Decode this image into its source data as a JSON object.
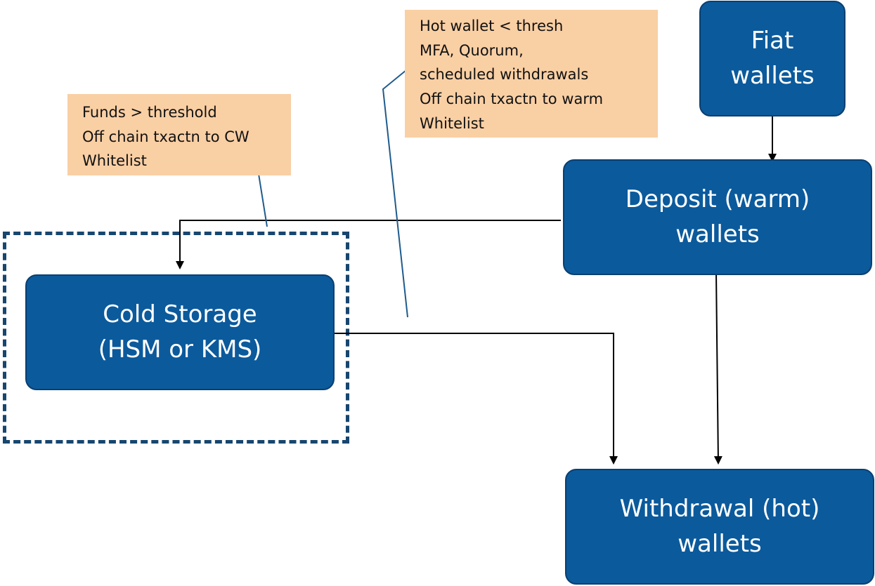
{
  "nodes": {
    "fiat": {
      "line1": "Fiat",
      "line2": "wallets"
    },
    "deposit": {
      "line1": "Deposit (warm)",
      "line2": "wallets"
    },
    "cold": {
      "line1": "Cold Storage",
      "line2": "(HSM or KMS)"
    },
    "withdrawal": {
      "line1": "Withdrawal (hot)",
      "line2": "wallets"
    }
  },
  "notes": {
    "cold_storage_rule": [
      "Funds > threshold",
      "Off chain txactn to CW",
      "Whitelist"
    ],
    "hot_wallet_rule": [
      "Hot wallet < thresh",
      "MFA, Quorum,",
      "scheduled withdrawals",
      "Off chain txactn to warm",
      "Whitelist"
    ]
  },
  "colors": {
    "node_fill": "#0b5a9c",
    "node_border": "#0a3f70",
    "node_text": "#ffffff",
    "note_fill": "#f9cfa4",
    "dashed_border": "#17466f",
    "callout_line": "#1f5b8c",
    "arrow": "#000000"
  }
}
